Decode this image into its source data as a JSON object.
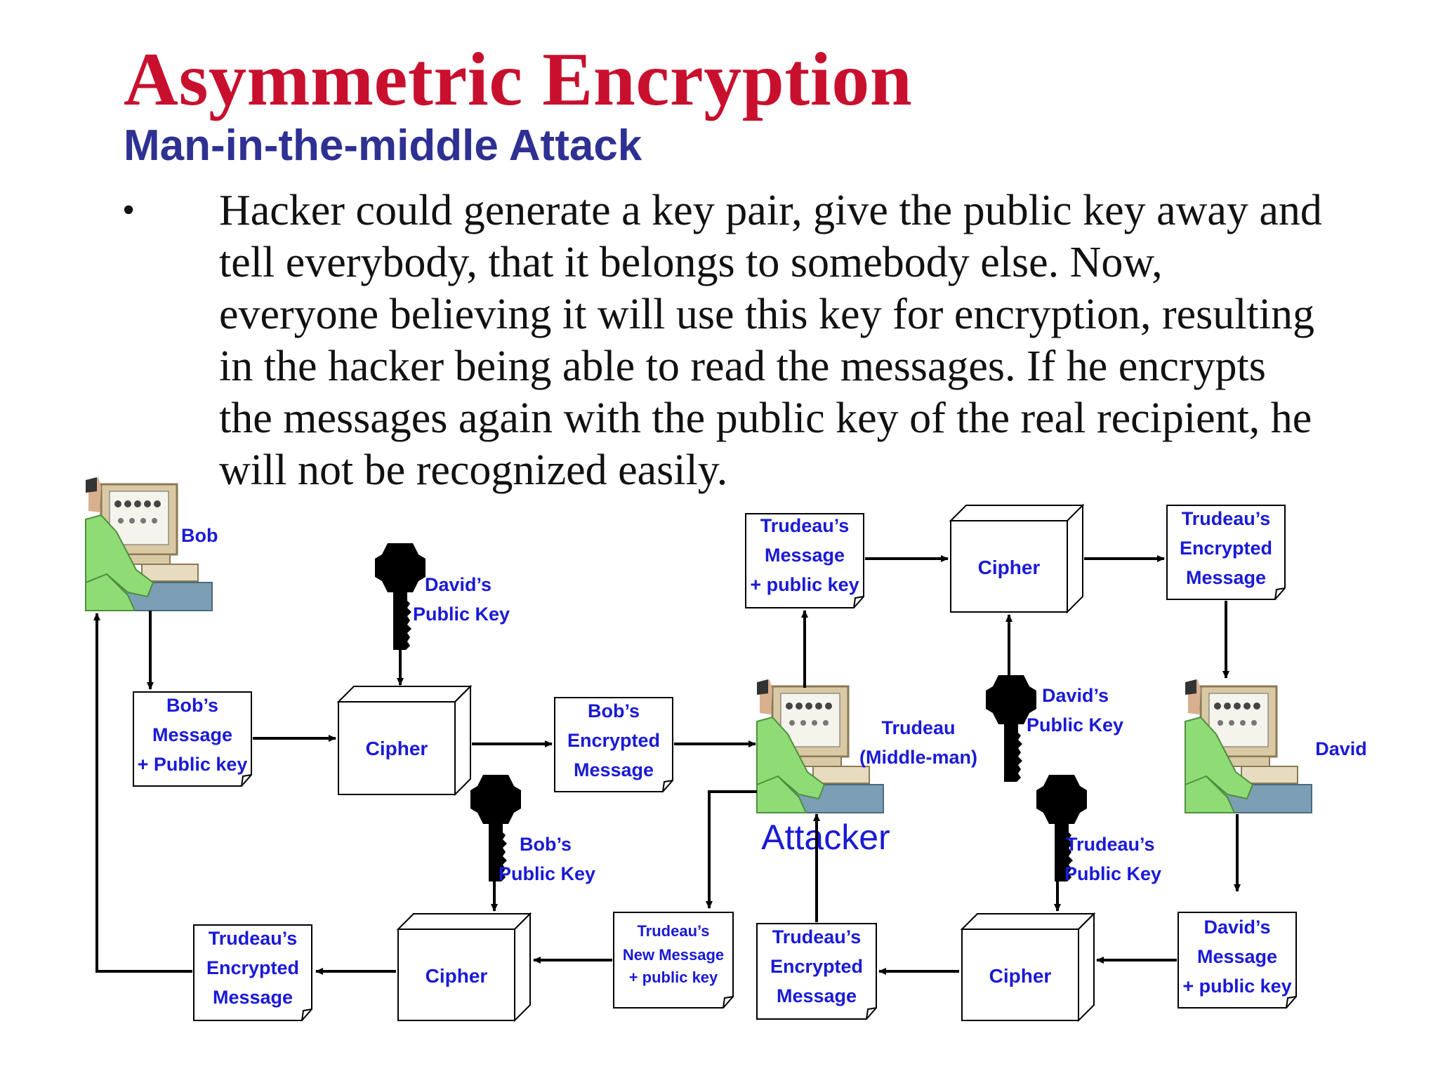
{
  "slide": {
    "title": "Asymmetric Encryption",
    "subtitle": "Man-in-the-middle Attack",
    "bullet": "•",
    "bullet_lines": [
      "Hacker could generate a key pair, give the public key away and",
      "tell everybody, that it belongs to somebody else. Now,",
      "everyone believing it will use this key for encryption, resulting",
      "in the hacker being able to read the messages. If he encrypts",
      "the messages again with the public key of the real recipient, he",
      "will not be recognized easily."
    ]
  },
  "diagram": {
    "people": {
      "bob": "Bob",
      "trudeau": [
        "Trudeau",
        "(Middle-man)"
      ],
      "attacker": "Attacker",
      "david": "David"
    },
    "docs": {
      "bob_message": [
        "Bob’s",
        "Message",
        "+ Public key"
      ],
      "bob_encrypted": [
        "Bob’s",
        "Encrypted",
        "Message"
      ],
      "trudeau_message": [
        "Trudeau’s",
        "Message",
        "+ public key"
      ],
      "trudeau_encrypted_top": [
        "Trudeau’s",
        "Encrypted",
        "Message"
      ],
      "david_message": [
        "David’s",
        "Message",
        "+ public key"
      ],
      "trudeau_encrypted_mid": [
        "Trudeau’s",
        "Encrypted",
        "Message"
      ],
      "trudeau_new_message": [
        "Trudeau’s",
        "New Message",
        "+ public key"
      ],
      "trudeau_encrypted_left": [
        "Trudeau’s",
        "Encrypted",
        "Message"
      ]
    },
    "ciphers": {
      "cipher_bob": "Cipher",
      "cipher_top": "Cipher",
      "cipher_bottom_left": "Cipher",
      "cipher_bottom_right": "Cipher"
    },
    "keys": {
      "david_key_left": [
        "David’s",
        "Public Key"
      ],
      "bob_key": [
        "Bob’s",
        "Public Key"
      ],
      "david_key_right": [
        "David’s",
        "Public Key"
      ],
      "trudeau_key": [
        "Trudeau’s",
        "Public Key"
      ]
    },
    "colors": {
      "label": "#1a1ad6",
      "title": "#c8102e",
      "subtitle": "#2e3192"
    }
  }
}
